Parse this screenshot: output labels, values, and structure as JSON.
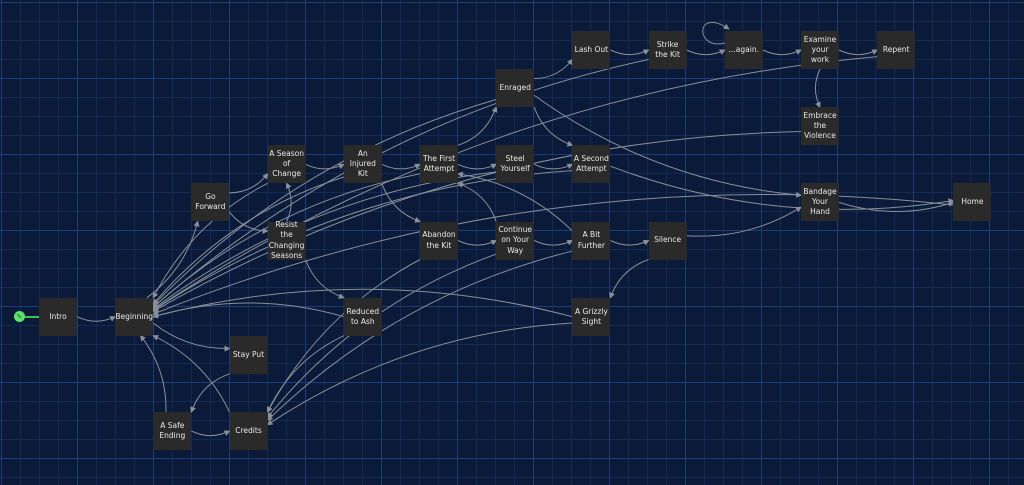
{
  "start_icon": "rocket-icon",
  "colors": {
    "background": "#0a1a38",
    "node": "#2a2a2a",
    "link": "#8a8f98",
    "start": "#5de36b"
  },
  "passages": [
    {
      "id": "intro",
      "label": "Intro",
      "col": 0,
      "row": 7
    },
    {
      "id": "beginning",
      "label": "Beginning",
      "col": 2,
      "row": 7
    },
    {
      "id": "stayput",
      "label": "Stay Put",
      "col": 5,
      "row": 8
    },
    {
      "id": "safe",
      "label": "A Safe Ending",
      "col": 3,
      "row": 10
    },
    {
      "id": "credits",
      "label": "Credits",
      "col": 5,
      "row": 10
    },
    {
      "id": "goforward",
      "label": "Go Forward",
      "col": 4,
      "row": 4
    },
    {
      "id": "season",
      "label": "A Season of Change",
      "col": 6,
      "row": 3
    },
    {
      "id": "resist",
      "label": "Resist the Changing Seasons",
      "col": 6,
      "row": 5
    },
    {
      "id": "injured",
      "label": "An Injured Kit",
      "col": 8,
      "row": 3
    },
    {
      "id": "first",
      "label": "The First Attempt",
      "col": 10,
      "row": 3
    },
    {
      "id": "enraged",
      "label": "Enraged",
      "col": 12,
      "row": 1
    },
    {
      "id": "lash",
      "label": "Lash Out",
      "col": 14,
      "row": 0
    },
    {
      "id": "strike",
      "label": "Strike the Kit",
      "col": 16,
      "row": 0
    },
    {
      "id": "again",
      "label": "...again.",
      "col": 18,
      "row": 0
    },
    {
      "id": "examine",
      "label": "Examine your work",
      "col": 20,
      "row": 0
    },
    {
      "id": "repent",
      "label": "Repent",
      "col": 22,
      "row": 0
    },
    {
      "id": "embrace",
      "label": "Embrace the Violence",
      "col": 20,
      "row": 2
    },
    {
      "id": "steel",
      "label": "Steel Yourself",
      "col": 12,
      "row": 3
    },
    {
      "id": "second",
      "label": "A Second Attempt",
      "col": 14,
      "row": 3
    },
    {
      "id": "bandage",
      "label": "Bandage Your Hand",
      "col": 20,
      "row": 4
    },
    {
      "id": "home",
      "label": "Home",
      "col": 24,
      "row": 4
    },
    {
      "id": "abandon",
      "label": "Abandon the Kit",
      "col": 10,
      "row": 5
    },
    {
      "id": "continue",
      "label": "Continue on Your Way",
      "col": 12,
      "row": 5
    },
    {
      "id": "further",
      "label": "A Bit Further",
      "col": 14,
      "row": 5
    },
    {
      "id": "silence",
      "label": "Silence",
      "col": 16,
      "row": 5
    },
    {
      "id": "ash",
      "label": "Reduced to Ash",
      "col": 8,
      "row": 7
    },
    {
      "id": "grizzly",
      "label": "A Grizzly Sight",
      "col": 14,
      "row": 7
    }
  ],
  "links": [
    [
      "intro",
      "beginning"
    ],
    [
      "beginning",
      "goforward"
    ],
    [
      "beginning",
      "stayput"
    ],
    [
      "stayput",
      "safe"
    ],
    [
      "safe",
      "credits"
    ],
    [
      "safe",
      "beginning"
    ],
    [
      "credits",
      "beginning"
    ],
    [
      "goforward",
      "season"
    ],
    [
      "goforward",
      "resist"
    ],
    [
      "resist",
      "season"
    ],
    [
      "season",
      "injured"
    ],
    [
      "resist",
      "ash"
    ],
    [
      "injured",
      "first"
    ],
    [
      "injured",
      "abandon"
    ],
    [
      "first",
      "enraged"
    ],
    [
      "first",
      "steel"
    ],
    [
      "enraged",
      "lash"
    ],
    [
      "enraged",
      "second"
    ],
    [
      "enraged",
      "bandage"
    ],
    [
      "lash",
      "strike"
    ],
    [
      "strike",
      "again"
    ],
    [
      "again",
      "again"
    ],
    [
      "again",
      "examine"
    ],
    [
      "examine",
      "repent"
    ],
    [
      "examine",
      "embrace"
    ],
    [
      "steel",
      "second"
    ],
    [
      "abandon",
      "continue"
    ],
    [
      "continue",
      "further"
    ],
    [
      "further",
      "silence"
    ],
    [
      "further",
      "first"
    ],
    [
      "continue",
      "first"
    ],
    [
      "silence",
      "grizzly"
    ],
    [
      "silence",
      "bandage"
    ],
    [
      "second",
      "home"
    ],
    [
      "bandage",
      "home"
    ],
    [
      "ash",
      "credits"
    ],
    [
      "grizzly",
      "credits"
    ],
    [
      "grizzly",
      "beginning"
    ],
    [
      "embrace",
      "beginning"
    ],
    [
      "repent",
      "beginning"
    ],
    [
      "home",
      "beginning"
    ],
    [
      "second",
      "beginning"
    ],
    [
      "first",
      "beginning"
    ],
    [
      "injured",
      "beginning"
    ],
    [
      "strike",
      "beginning"
    ],
    [
      "steel",
      "beginning"
    ],
    [
      "abandon",
      "credits"
    ],
    [
      "further",
      "credits"
    ],
    [
      "continue",
      "credits"
    ],
    [
      "ash",
      "beginning"
    ],
    [
      "enraged",
      "beginning"
    ],
    [
      "season",
      "beginning"
    ]
  ]
}
